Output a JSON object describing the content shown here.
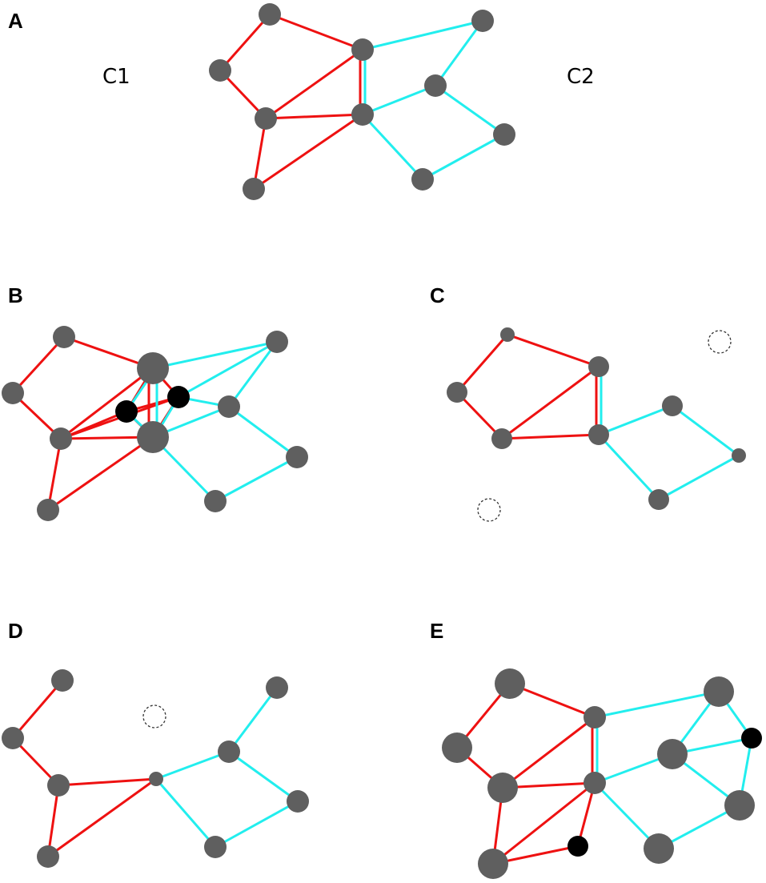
{
  "colors": {
    "c1_edge": "#ee1111",
    "c2_edge": "#22eeee",
    "node": "#5f5f5f",
    "node_highlight": "#000000",
    "removed_outline": "#333333"
  },
  "panels": [
    {
      "id": "A",
      "label": "A",
      "cluster_labels": [
        "C1",
        "C2"
      ]
    },
    {
      "id": "B",
      "label": "B"
    },
    {
      "id": "C",
      "label": "C"
    },
    {
      "id": "D",
      "label": "D"
    },
    {
      "id": "E",
      "label": "E"
    }
  ]
}
